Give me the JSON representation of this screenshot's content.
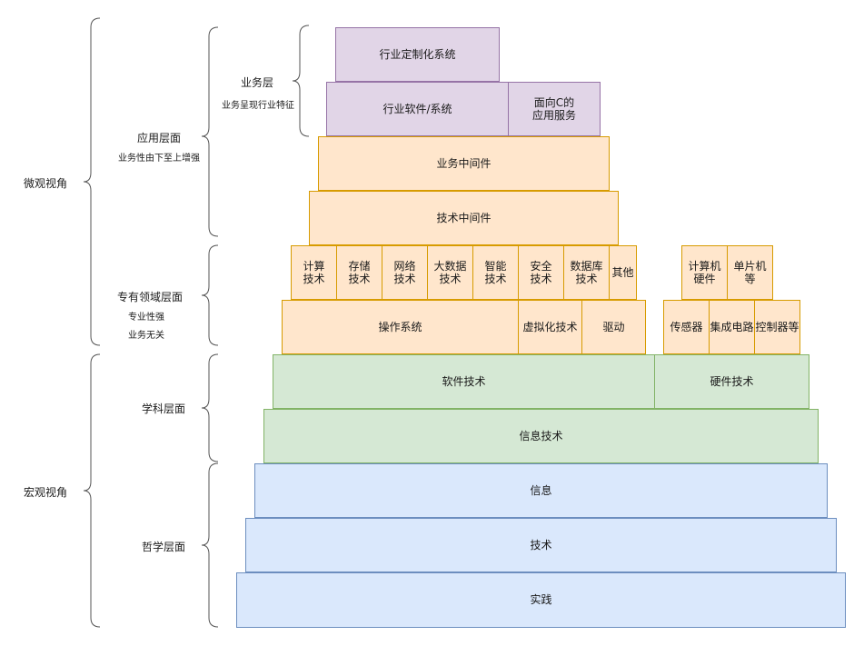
{
  "perspectives": {
    "micro": "微观视角",
    "macro": "宏观视角"
  },
  "levels": {
    "application": {
      "title": "应用层面",
      "note": "业务性由下至上增强"
    },
    "business": {
      "title": "业务层",
      "note": "业务呈现行业特征"
    },
    "domain": {
      "title": "专有领域层面",
      "note1": "专业性强",
      "note2": "业务无关"
    },
    "discipline": {
      "title": "学科层面"
    },
    "philosophy": {
      "title": "哲学层面"
    }
  },
  "blocks": {
    "industry_custom": "行业定制化系统",
    "industry_software": "行业软件/系统",
    "consumer_apps": "面向C的\n应用服务",
    "business_middleware": "业务中间件",
    "tech_middleware": "技术中间件",
    "tech_items": [
      "计算\n技术",
      "存储\n技术",
      "网络\n技术",
      "大数据\n技术",
      "智能\n技术",
      "安全\n技术",
      "数据库\n技术",
      "其他"
    ],
    "hardware_items": [
      "计算机\n硬件",
      "单片机\n等"
    ],
    "os": "操作系统",
    "virtualization": "虚拟化技术",
    "drivers": "驱动",
    "components": [
      "传感器",
      "集成电路",
      "控制器等"
    ],
    "software_tech": "软件技术",
    "hardware_tech": "硬件技术",
    "info_tech": "信息技术",
    "information": "信息",
    "technology": "技术",
    "practice": "实践"
  },
  "colors": {
    "purple_fill": "#e1d5e7",
    "purple_border": "#9673a6",
    "orange_fill": "#ffe6cc",
    "orange_border": "#d79b00",
    "green_fill": "#d5e8d4",
    "green_border": "#82b366",
    "blue_fill": "#dae8fc",
    "blue_border": "#6c8ebf"
  }
}
